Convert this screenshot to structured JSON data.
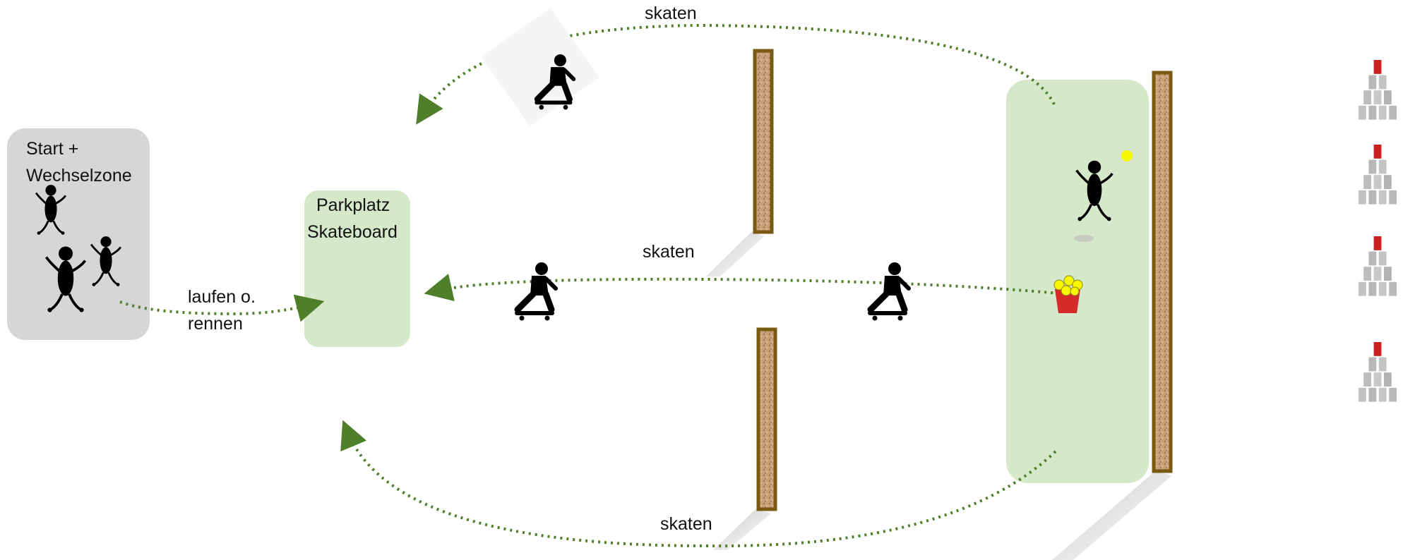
{
  "zones": {
    "start": {
      "line1": "Start +",
      "line2": "Wechselzone"
    },
    "parkplatz": {
      "line1": "Parkplatz",
      "line2": "Skateboard"
    }
  },
  "labels": {
    "run_line1": "laufen o.",
    "run_line2": "rennen",
    "skate_top": "skaten",
    "skate_middle": "skaten",
    "skate_bottom": "skaten"
  },
  "colors": {
    "start_zone": "#d6d6d6",
    "green_zone": "#d5e8c9",
    "path": "#4f7f2a",
    "wall_border": "#7a5a12",
    "wall_fill": "#c9a27c",
    "ball": "#f7f700",
    "bucket": "#d42a2a"
  },
  "icons": [
    "person-icon",
    "skater-icon",
    "ball-icon",
    "bucket-icon",
    "can-pyramid-icon",
    "wall-icon"
  ]
}
